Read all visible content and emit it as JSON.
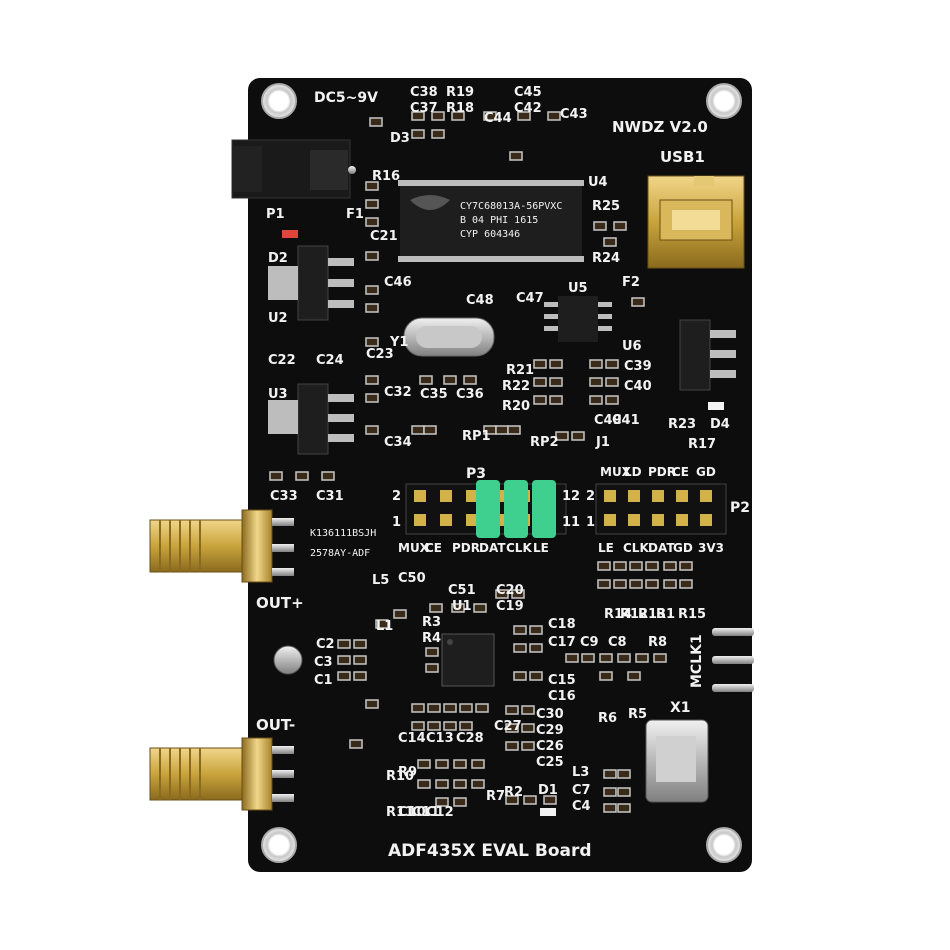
{
  "board": {
    "title": "ADF435X EVAL Board",
    "version": "NWDZ V2.0",
    "power": "DC5~9V",
    "usb": "USB1",
    "out_plus": "OUT+",
    "out_minus": "OUT-",
    "mclk": "MCLK1",
    "crystal": "X1",
    "mcu_marking": [
      "CY7C68013A-56PVXC",
      "B 04 PHI 1615",
      "CYP 604346"
    ],
    "sma_marking": [
      "K136111BSJH",
      "2578AY-ADF"
    ]
  },
  "headers": {
    "p3": {
      "name": "P3",
      "labels": [
        "MUX",
        "CE",
        "PDR",
        "DAT",
        "CLK",
        "LE"
      ],
      "pin_top": "2",
      "pin_bottom": "1",
      "pin_top_end": "12",
      "pin_bottom_end": "11"
    },
    "p2": {
      "name": "P2",
      "top_labels": [
        "MUX",
        "LD",
        "PDR",
        "CE",
        "GD"
      ],
      "bottom_labels": [
        "LE",
        "CLK",
        "DAT",
        "GD",
        "3V3"
      ],
      "pin_top": "2",
      "pin_bottom": "1"
    }
  },
  "colors": {
    "pcb": "#0d0d0d",
    "silkscreen": "#f2f2f2",
    "gold": "#c9a43c",
    "jumper": "#3fcf8e",
    "chip": "#1e1e1e"
  },
  "labels": {
    "top_left": [
      "C38",
      "R19",
      "C37",
      "R18",
      "C44",
      "C45",
      "C42",
      "C43",
      "D3",
      "R16"
    ],
    "left": [
      "P1",
      "F1",
      "C21",
      "D2",
      "U2",
      "C22",
      "C24",
      "U3",
      "C33",
      "C31",
      "C46",
      "C23",
      "Y1",
      "C32",
      "C34"
    ],
    "center": [
      "U4",
      "C48",
      "C47",
      "U5",
      "C35",
      "C36",
      "R21",
      "R22",
      "R20",
      "RP1",
      "RP2",
      "J1"
    ],
    "right": [
      "R25",
      "R24",
      "F2",
      "U6",
      "C39",
      "C40",
      "C41",
      "C49",
      "R23",
      "D4",
      "R17"
    ],
    "lower": [
      "C50",
      "C51",
      "L5",
      "L1",
      "U1",
      "C20",
      "C19",
      "R3",
      "R4",
      "C18",
      "C17",
      "C9",
      "C8",
      "R8",
      "C2",
      "C3",
      "C1",
      "C15",
      "C16",
      "C30",
      "C29",
      "C26",
      "C25",
      "C27",
      "C14",
      "C13",
      "C28",
      "R6",
      "R5",
      "R14",
      "R12",
      "R13",
      "R1",
      "R15",
      "R10",
      "R9",
      "R11",
      "C10",
      "C11",
      "C12",
      "R7",
      "R2",
      "D1",
      "L3",
      "C7",
      "C4"
    ]
  }
}
